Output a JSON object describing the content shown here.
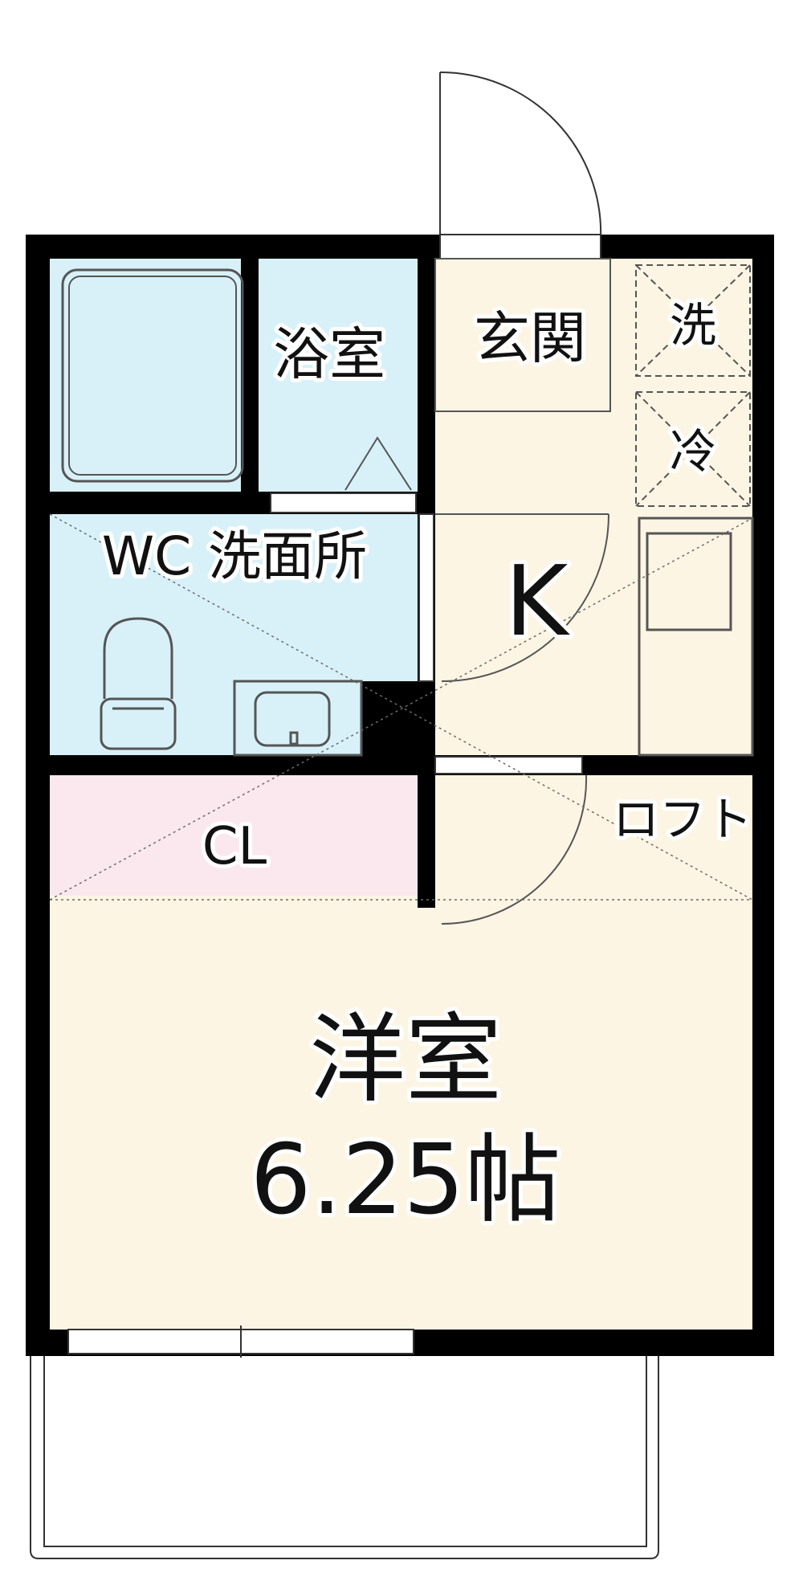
{
  "floor_plan": {
    "rooms": {
      "bathroom": "浴室",
      "washroom": "WC 洗面所",
      "entrance": "玄関",
      "washer": "洗",
      "fridge": "冷",
      "kitchen": "K",
      "closet": "CL",
      "loft": "ロフト",
      "western_room": "洋室",
      "western_room_size": "6.25帖"
    },
    "colors": {
      "wall": "#000000",
      "wet_area": "#d8f1f9",
      "living_floor": "#fdf5e4",
      "closet_floor": "#fbe8ef",
      "fixture_line": "#6b6b6b"
    }
  }
}
